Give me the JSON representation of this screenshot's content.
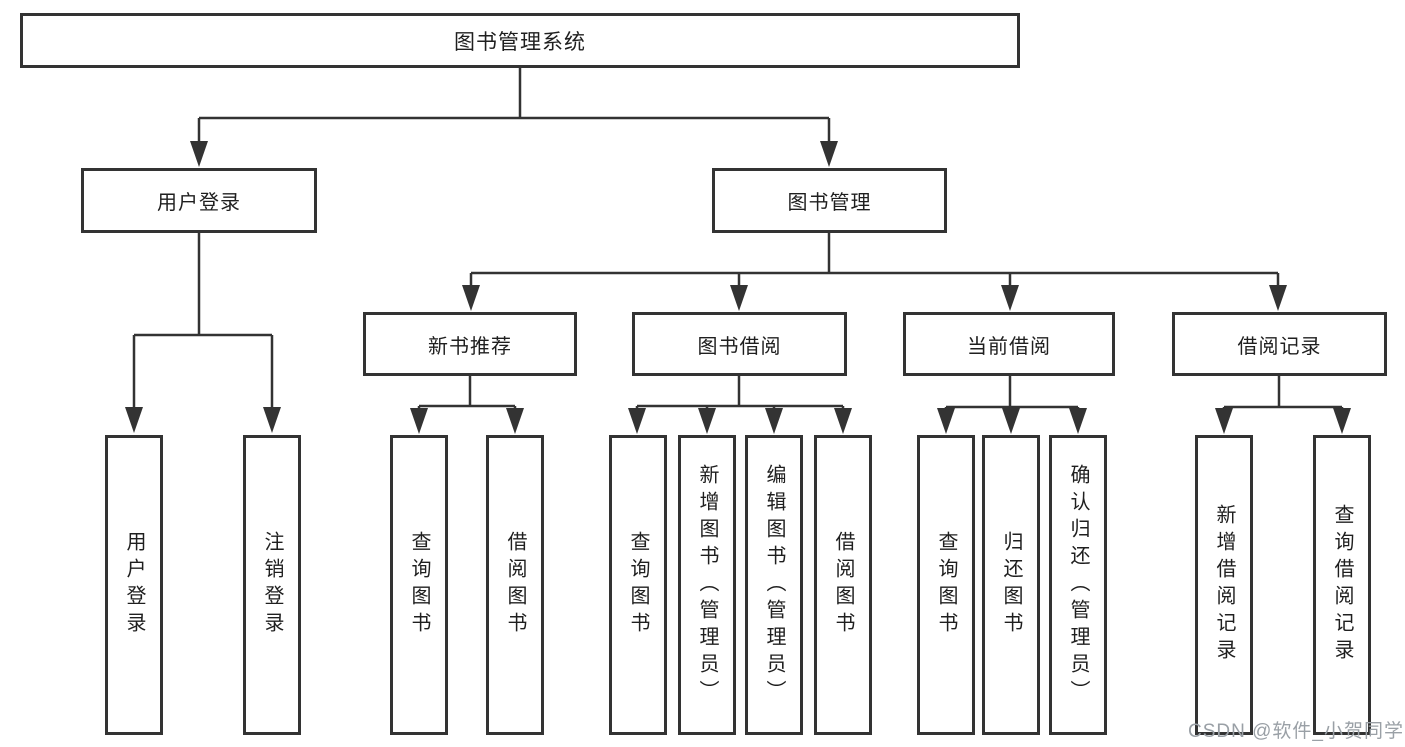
{
  "diagram": {
    "title": "图书管理系统",
    "level2": {
      "user_login": "用户登录",
      "book_management": "图书管理"
    },
    "level3": {
      "new_books": "新书推荐",
      "book_borrow": "图书借阅",
      "current_borrow": "当前借阅",
      "borrow_records": "借阅记录"
    },
    "leaves": {
      "user_login": [
        "用户登录",
        "注销登录"
      ],
      "new_books": [
        "查询图书",
        "借阅图书"
      ],
      "book_borrow": [
        "查询图书",
        "新增图书（管理员）",
        "编辑图书（管理员）",
        "借阅图书"
      ],
      "current_borrow": [
        "查询图书",
        "归还图书",
        "确认归还（管理员）"
      ],
      "borrow_records": [
        "新增借阅记录",
        "查询借阅记录"
      ]
    },
    "watermark": "CSDN @软件_小贺同学",
    "colors": {
      "line": "#333333",
      "box_border": "#333333",
      "text": "#1f1f1f",
      "watermark": "#9aa0a6",
      "background": "#ffffff"
    }
  }
}
